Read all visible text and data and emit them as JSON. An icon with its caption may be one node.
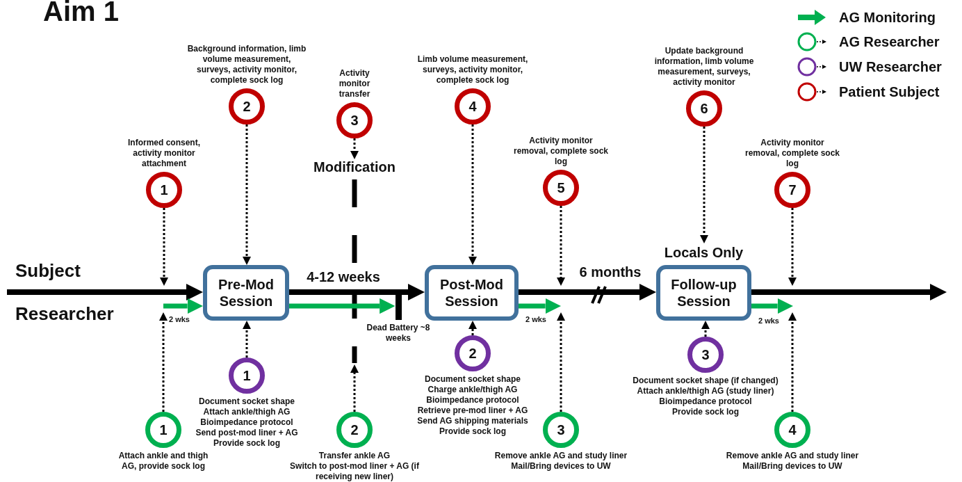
{
  "diagram": {
    "title": "Aim 1",
    "nodes": [
      {
        "text": [
          "1"
        ],
        "beside": [
          "Informed consent, activity monitor attachment"
        ]
      },
      {
        "text": [
          "2"
        ],
        "beside": [
          "Background information, limb volume measurement, surveys, activity monitor, complete sock log"
        ]
      },
      {
        "text": [
          "3"
        ],
        "beside": [
          "Activity monitor transfer"
        ]
      },
      {
        "text": [
          "Modification"
        ]
      },
      {
        "text": [
          "4"
        ],
        "beside": [
          "Limb volume measurement, surveys, activity monitor, complete sock log"
        ]
      },
      {
        "text": [
          "5"
        ],
        "beside": [
          "Activity monitor removal, complete sock log"
        ]
      },
      {
        "text": [
          "6"
        ],
        "beside": [
          "Update background information, limb volume measurement, surveys, activity monitor"
        ]
      },
      {
        "text": [
          "7"
        ],
        "beside": [
          "Activity monitor removal, complete sock log"
        ]
      },
      {
        "text": [
          "Pre-Mod Session"
        ]
      },
      {
        "text": [
          "Post-Mod Session"
        ]
      },
      {
        "text": [
          "Locals Only",
          "Follow-up Session"
        ]
      },
      {
        "text": [],
        "shape": "bar",
        "beside": [
          "Dead Battery ~8 weeks"
        ]
      },
      {
        "text": [
          "1"
        ],
        "beside": [
          "Document socket shape",
          "Attach ankle/thigh AG",
          "Bioimpedance protocol",
          "Send post-mod liner + AG",
          "Provide sock log"
        ]
      },
      {
        "text": [
          "2"
        ],
        "beside": [
          "Document socket shape",
          "Charge ankle/thigh AG",
          "Bioimpedance protocol",
          "Retrieve pre-mod liner + AG",
          "Send AG shipping materials",
          "Provide sock log"
        ]
      },
      {
        "text": [
          "3"
        ],
        "beside": [
          "Document socket shape (if changed)",
          "Attach ankle/thigh AG (study liner)",
          "Bioimpedance protocol",
          "Provide sock log"
        ]
      },
      {
        "text": [
          "1"
        ],
        "beside": [
          "Attach ankle and thigh AG, provide sock log"
        ]
      },
      {
        "text": [
          "2"
        ],
        "beside": [
          "Transfer ankle AG",
          "Switch to post-mod liner + AG (if receiving new liner)"
        ]
      },
      {
        "text": [
          "3"
        ],
        "beside": [
          "Remove ankle AG and study liner",
          "Mail/Bring devices to UW"
        ]
      },
      {
        "text": [
          "4"
        ],
        "beside": [
          "Remove ankle AG and study liner",
          "Mail/Bring devices to UW"
        ]
      }
    ],
    "edges": [
      {
        "from": null,
        "to": 8,
        "arrow": "to",
        "style": "thick"
      },
      {
        "from": 8,
        "to": 9,
        "arrow": "to",
        "style": "thick",
        "label": "4-12 weeks"
      },
      {
        "from": 9,
        "to": 10,
        "arrow": "to",
        "style": "thick",
        "label": "6 months"
      },
      {
        "from": 10,
        "to": null,
        "arrow": "to",
        "style": "thick"
      },
      {
        "from": null,
        "to": 8,
        "arrow": "to",
        "style": "thick",
        "color": "#00b050",
        "label": "2 wks"
      },
      {
        "from": 8,
        "to": 11,
        "arrow": "to",
        "style": "thick",
        "color": "#00b050"
      },
      {
        "from": 9,
        "to": null,
        "arrow": "to",
        "style": "thick",
        "color": "#00b050",
        "label": "2 wks"
      },
      {
        "from": 10,
        "to": null,
        "arrow": "to",
        "style": "thick",
        "color": "#00b050",
        "label": "2 wks"
      },
      {
        "from": 0,
        "to": null,
        "arrow": "to",
        "style": "dashed"
      },
      {
        "from": 1,
        "to": 8,
        "arrow": "to",
        "style": "dashed"
      },
      {
        "from": 2,
        "to": 3,
        "arrow": "to",
        "style": "dashed"
      },
      {
        "from": 4,
        "to": 9,
        "arrow": "to",
        "style": "dashed"
      },
      {
        "from": 5,
        "to": null,
        "arrow": "to",
        "style": "dashed"
      },
      {
        "from": 6,
        "to": 10,
        "arrow": "to",
        "style": "dashed"
      },
      {
        "from": 7,
        "to": null,
        "arrow": "to",
        "style": "dashed"
      },
      {
        "from": 12,
        "to": 8,
        "arrow": "to",
        "style": "dashed"
      },
      {
        "from": 13,
        "to": 9,
        "arrow": "to",
        "style": "dashed"
      },
      {
        "from": 14,
        "to": 10,
        "arrow": "to",
        "style": "dashed"
      },
      {
        "from": 15,
        "to": null,
        "arrow": "to",
        "style": "dashed"
      },
      {
        "from": 16,
        "to": null,
        "arrow": "to",
        "style": "dashed"
      },
      {
        "from": 17,
        "to": null,
        "arrow": "to",
        "style": "dashed"
      },
      {
        "from": 18,
        "to": null,
        "arrow": "to",
        "style": "dashed"
      }
    ],
    "labels": [
      "Subject",
      "Researcher"
    ],
    "legend": [
      {
        "text": "AG Monitoring"
      },
      {
        "text": "AG Researcher"
      },
      {
        "text": "UW Researcher"
      },
      {
        "text": "Patient Subject"
      }
    ]
  }
}
